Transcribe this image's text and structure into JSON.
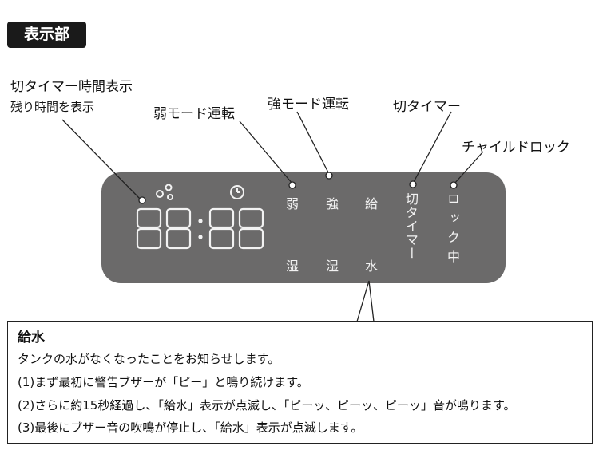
{
  "section_title": "表示部",
  "labels": {
    "off_timer_time": "切タイマー時間表示",
    "remaining_time": "残り時間を表示",
    "weak_mode": "弱モード運転",
    "strong_mode": "強モード運転",
    "off_timer": "切タイマー",
    "child_lock": "チャイルドロック"
  },
  "panel": {
    "weak": "弱",
    "strong": "強",
    "supply": "給",
    "humid1": "湿",
    "humid2": "湿",
    "water": "水",
    "off_timer_vertical": "切タイマー",
    "lock_vertical": "ロック中"
  },
  "callout": {
    "title": "給水",
    "line1": "タンクの水がなくなったことをお知らせします。",
    "line2": "(1)まず最初に警告ブザーが「ピー」と鳴り続けます。",
    "line3": "(2)さらに約15秒経過し、「給水」表示が点滅し、「ピーッ、ピーッ、ピーッ」音が鳴ります。",
    "line4": "(3)最後にブザー音の吹鳴が停止し、「給水」表示が点滅します。"
  }
}
